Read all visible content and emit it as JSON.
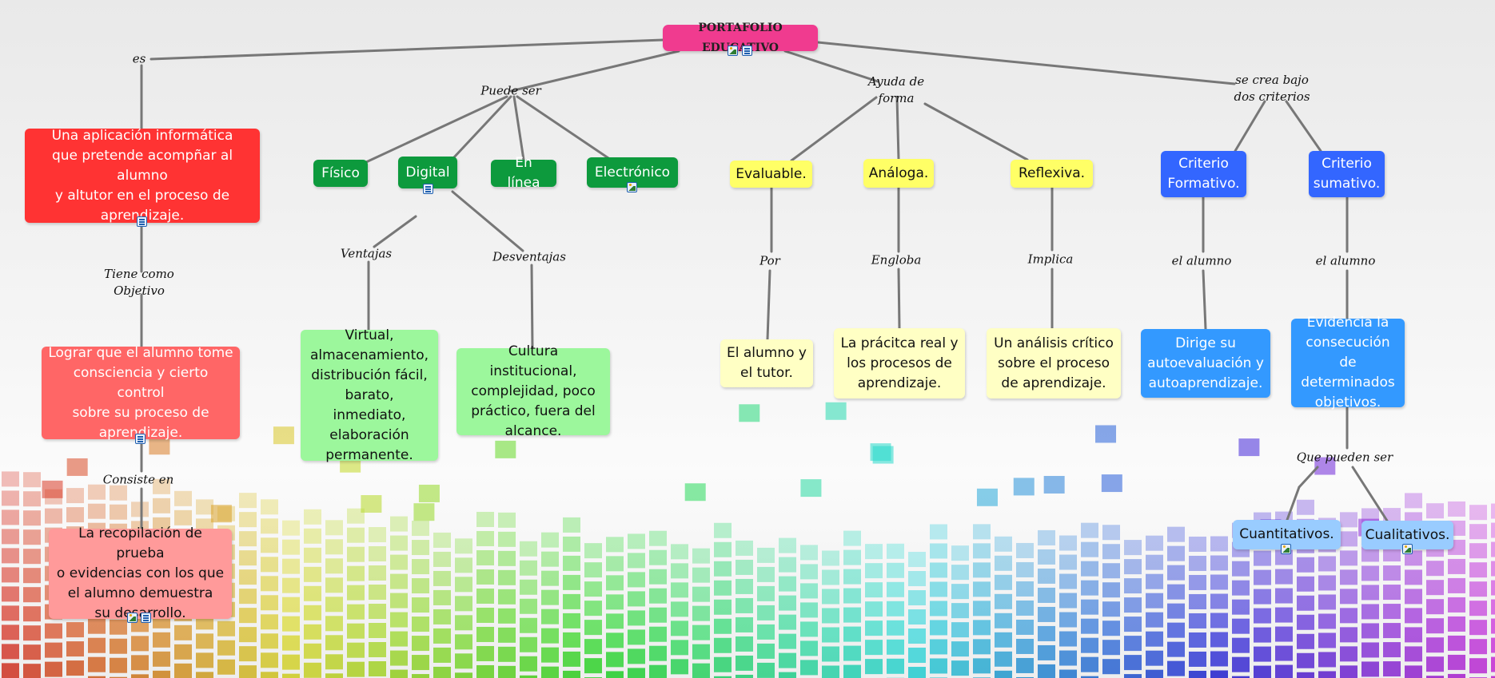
{
  "colors": {
    "root": "#f03b8f",
    "red": "#ff3333",
    "red_light": "#ff6666",
    "red_pale": "#ff9a9a",
    "green": "#0d9a3d",
    "green_light": "#9cf79c",
    "yellow": "#ffff66",
    "yellow_pale": "#ffffc4",
    "blue": "#3366ff",
    "blue_mid": "#3399ff",
    "blue_light": "#99ccff",
    "line": "#777777"
  },
  "nodes": {
    "root": "PORTAFOLIO EDUCATIVO",
    "definition": "Una aplicación informática\nque pretende acompñar al alumno\ny altutor en el proceso de\naprendizaje.",
    "objective": "Lograr que el alumno tome\nconsciencia y cierto control\nsobre su proceso de\naprendizaje.",
    "consists": "La recopilación de prueba\no evidencias con los que\nel alumno demuestra\nsu desarrollo.",
    "fisico": "Físico",
    "digital": "Digital",
    "en_linea": "En línea",
    "electronico": "Electrónico",
    "ventajas_text": "Virtual,\nalmacenamiento,\ndistribución fácil,\nbarato, inmediato,\nelaboración\npermanente.",
    "desventajas_text": "Cultura institucional,\ncomplejidad, poco\npráctico, fuera del\nalcance.",
    "evaluable": "Evaluable.",
    "analoga": "Análoga.",
    "reflexiva": "Reflexiva.",
    "alumno_tutor": "El alumno y\nel tutor.",
    "practica": "La prácitca real y\nlos procesos de\naprendizaje.",
    "analisis": "Un análisis crítico\nsobre el proceso\nde aprendizaje.",
    "criterio_formativo": "Criterio\nFormativo.",
    "criterio_sumativo": "Criterio\nsumativo.",
    "dirige": "Dirige su\nautoevaluación y\nautoaprendizaje.",
    "evidencia": "Evidencia la\nconsecución de\ndeterminados\nobjetivos.",
    "cuantitativos": "Cuantitativos.",
    "cualitativos": "Cualitativos."
  },
  "labels": {
    "es": "es",
    "puede_ser": "Puede ser",
    "ayuda_de_forma": "Ayuda de\nforma",
    "se_crea_bajo": "se crea bajo\ndos criterios",
    "tiene_como": "Tiene como\nObjetivo",
    "consiste_en": "Consiste en",
    "ventajas": "Ventajas",
    "desventajas": "Desventajas",
    "por": "Por",
    "engloba": "Engloba",
    "implica": "Implica",
    "el_alumno_1": "el alumno",
    "el_alumno_2": "el alumno",
    "que_pueden_ser": "Que pueden ser"
  },
  "icons": [
    "image-icon",
    "document-icon"
  ]
}
